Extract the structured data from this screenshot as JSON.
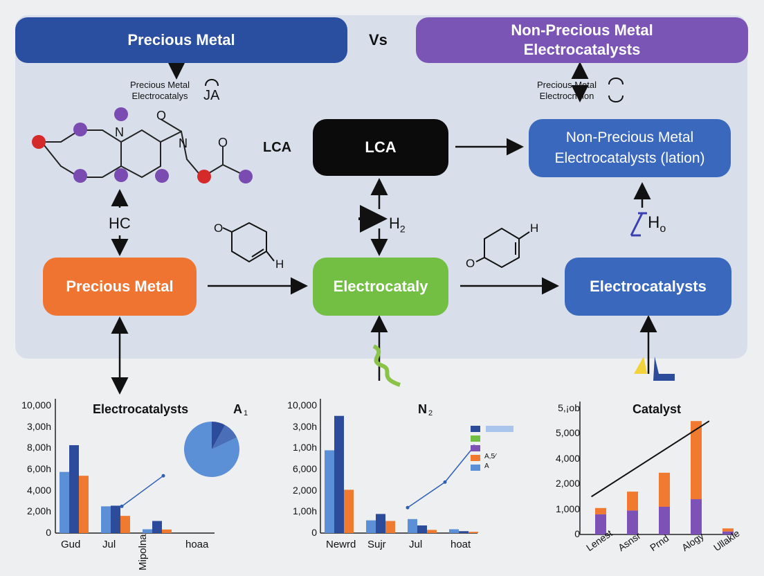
{
  "header": {
    "left_title": "Precious Metal",
    "vs": "Vs",
    "right_title_line1": "Non-Precious Metal",
    "right_title_line2": "Electrocatalysts"
  },
  "left_branch": {
    "small_label_line1": "Precious Metal",
    "small_label_line2": "Electrocatalys",
    "small_label_suffix": "JA",
    "molecule_o_top": "O",
    "molecule_n1": "N",
    "molecule_n2": "N",
    "molecule_o_right": "O",
    "hc_label": "HC",
    "lca_side_label": "LCA"
  },
  "center_branch": {
    "lca_box": "LCA",
    "h2_label": "H",
    "h2_sub": "2"
  },
  "right_branch": {
    "small_label_line1": "Precious Metal",
    "small_label_line2": "Electrocnelon",
    "box_line1": "Non-Precious Metal",
    "box_line2": "Electrocatalysts (lation)",
    "ho_label": "H",
    "ho_sub": "o"
  },
  "process_row": {
    "box1": "Precious Metal",
    "box2": "Electrocataly",
    "box3": "Electrocatalysts",
    "ring1_o": "O",
    "ring1_h": "H",
    "ring2_o": "O",
    "ring2_h": "H"
  },
  "colors": {
    "blue_dark": "#2a4ea0",
    "purple": "#7b55b6",
    "orange": "#ef7331",
    "green": "#72bf44",
    "blue_mid": "#3a68bd",
    "black_box": "#0b0b0b",
    "bar_light": "#5b8fd6",
    "bar_dark": "#2c4b9b",
    "bar_orange": "#ef7a30",
    "bar_purple": "#7d52b7"
  },
  "chart_data": [
    {
      "type": "bar",
      "title": "Electrocatalysts",
      "corner_label": "A",
      "corner_sub": "1",
      "y_tick_labels": [
        "10,000",
        "3,00h",
        "8,00h",
        "6,00h",
        "4,000",
        "2,00h",
        "0"
      ],
      "categories": [
        "Gud",
        "Jul",
        "Mipolna",
        "hoaa"
      ],
      "series": [
        {
          "values": [
            4800,
            2100,
            300,
            0
          ]
        },
        {
          "values": [
            6900,
            2150,
            950,
            0
          ]
        },
        {
          "values": [
            4500,
            1350,
            280,
            0
          ]
        }
      ],
      "line": {
        "x_positions": [
          1.5,
          2.5
        ],
        "values": [
          2100,
          4500
        ]
      },
      "pie": {
        "slices": [
          82,
          8,
          10
        ]
      },
      "ylim": [
        0,
        10000
      ]
    },
    {
      "type": "bar",
      "title": "N",
      "title_sub": "2",
      "y_tick_labels": [
        "10,000",
        "3,00h",
        "1,00h",
        "6,000",
        "2,000",
        "1,00h",
        "0"
      ],
      "categories": [
        "Newrd",
        "Sujr",
        "Jul",
        "hoat"
      ],
      "series": [
        {
          "values": [
            6500,
            1000,
            1100,
            300
          ]
        },
        {
          "values": [
            9200,
            1500,
            600,
            150
          ]
        },
        {
          "values": [
            3400,
            950,
            250,
            100
          ]
        }
      ],
      "line": {
        "x_positions": [
          2.0,
          2.9,
          3.6
        ],
        "values": [
          2000,
          4000,
          6800
        ]
      },
      "legend": [
        "",
        "",
        "",
        "A,5⁄",
        "A"
      ],
      "ylim": [
        0,
        10000
      ]
    },
    {
      "type": "bar",
      "title": "Catalyst",
      "y_tick_labels": [
        "5,¡ob",
        "5,000",
        "4,000",
        "2,000",
        "1,000",
        "0"
      ],
      "categories": [
        "Lenest",
        "Asnsr",
        "Prnd",
        "Alogy",
        "Ullakle"
      ],
      "series": [
        {
          "name": "",
          "values": [
            800,
            950,
            1100,
            1400,
            120
          ]
        },
        {
          "name": "",
          "values": [
            250,
            750,
            1350,
            3100,
            120
          ]
        }
      ],
      "line": {
        "x_positions": [
          0.1,
          3.8
        ],
        "values": [
          1500,
          4500
        ]
      },
      "ylim": [
        0,
        5000
      ]
    }
  ]
}
